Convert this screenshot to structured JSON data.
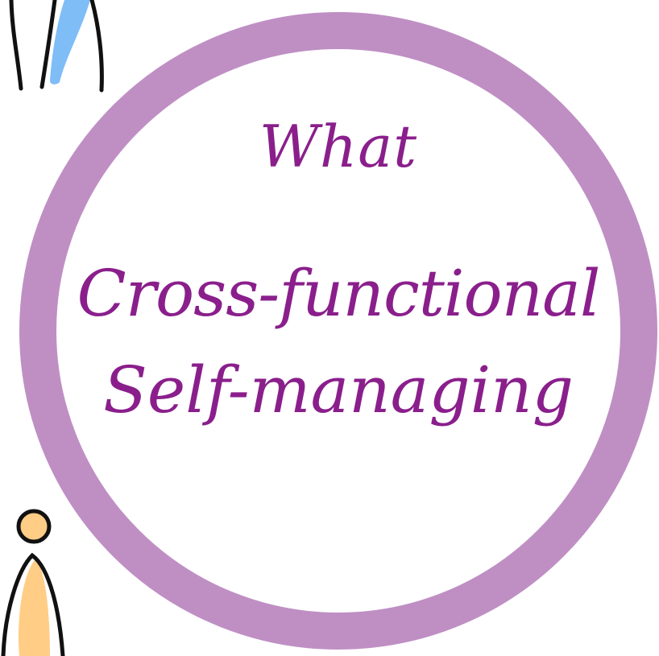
{
  "colors": {
    "ring": "#bf8fc4",
    "text": "#8a1f8c",
    "person_top_fill": "#7fbdf7",
    "person_bottom_fill": "#ffcd85",
    "outline": "#111111"
  },
  "heading": "What",
  "lines": [
    "Cross-functional",
    "Self-managing"
  ],
  "figures": [
    {
      "name": "person-figure-top",
      "color": "blue"
    },
    {
      "name": "person-figure-bottom",
      "color": "orange"
    }
  ]
}
